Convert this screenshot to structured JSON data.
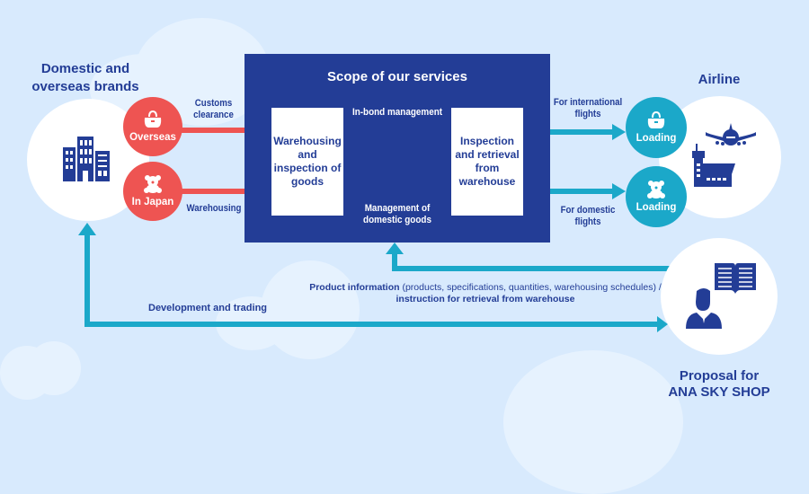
{
  "diagram": {
    "scope": {
      "title": "Scope of our services",
      "box_left": "Warehousing and inspection of goods",
      "box_right": "Inspection and retrieval from warehouse",
      "arrow_top_label": "In-bond management",
      "arrow_bottom_label_line1": "Management of",
      "arrow_bottom_label_line2": "domestic goods"
    },
    "brands": {
      "title_line1": "Domestic and",
      "title_line2": "overseas brands",
      "overseas_label": "Overseas",
      "japan_label": "In Japan",
      "customs_line1": "Customs",
      "customs_line2": "clearance",
      "warehousing_label": "Warehousing"
    },
    "airline": {
      "title": "Airline",
      "intl_line1": "For international",
      "intl_line2": "flights",
      "dom_line1": "For domestic",
      "dom_line2": "flights",
      "loading_top": "Loading",
      "loading_bottom": "Loading"
    },
    "shop": {
      "title_line1": "Proposal for",
      "title_line2": "ANA SKY SHOP",
      "info_bold": "Product information",
      "info_detail": "(products, specifications, quantities, warehousing schedules) /",
      "info_line2": "instruction for retrieval from warehouse",
      "dev_label": "Development and trading"
    },
    "colors": {
      "navy": "#233d96",
      "red": "#ee5452",
      "teal": "#1ba8c9",
      "background": "#d8eafd"
    }
  }
}
